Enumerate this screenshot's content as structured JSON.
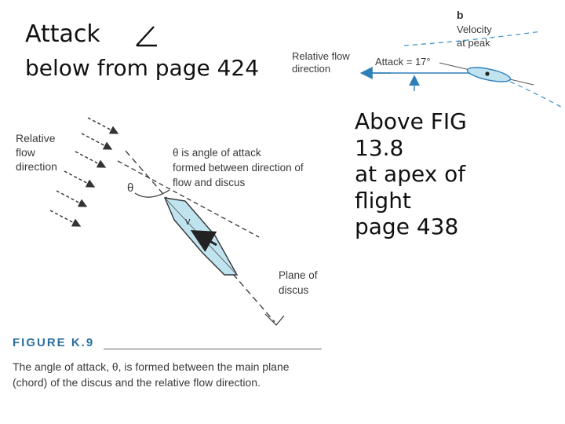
{
  "slide": {
    "title": "Attack",
    "title_symbol": "angle-icon",
    "subtitle": "below from page 424",
    "right_note_lines": [
      "Above FIG",
      "13.8",
      "at apex of",
      "flight",
      "page 438"
    ]
  },
  "figure_k9": {
    "label_relative_flow": [
      "Relative",
      "flow",
      "direction"
    ],
    "theta_symbol": "θ",
    "definition_lines": [
      "θ is angle of attack",
      "formed between direction of",
      "flow and discus"
    ],
    "v_label": "v",
    "plane_label": [
      "Plane of",
      "discus"
    ],
    "caption_title": "FIGURE K.9",
    "caption_body": "The angle of attack, θ, is formed between the main plane (chord) of the discus and the relative flow direction."
  },
  "figure_13_8": {
    "panel_letter": "b",
    "velocity_label": [
      "Velocity",
      "at peak"
    ],
    "relative_flow_label": [
      "Relative flow",
      "direction"
    ],
    "attack_label": "Attack = 17°"
  },
  "colors": {
    "arrow_blue": "#2f7fb8",
    "discus_fill": "#bfe3ef",
    "caption_blue": "#2a6f9e",
    "line_gray": "#555555"
  }
}
